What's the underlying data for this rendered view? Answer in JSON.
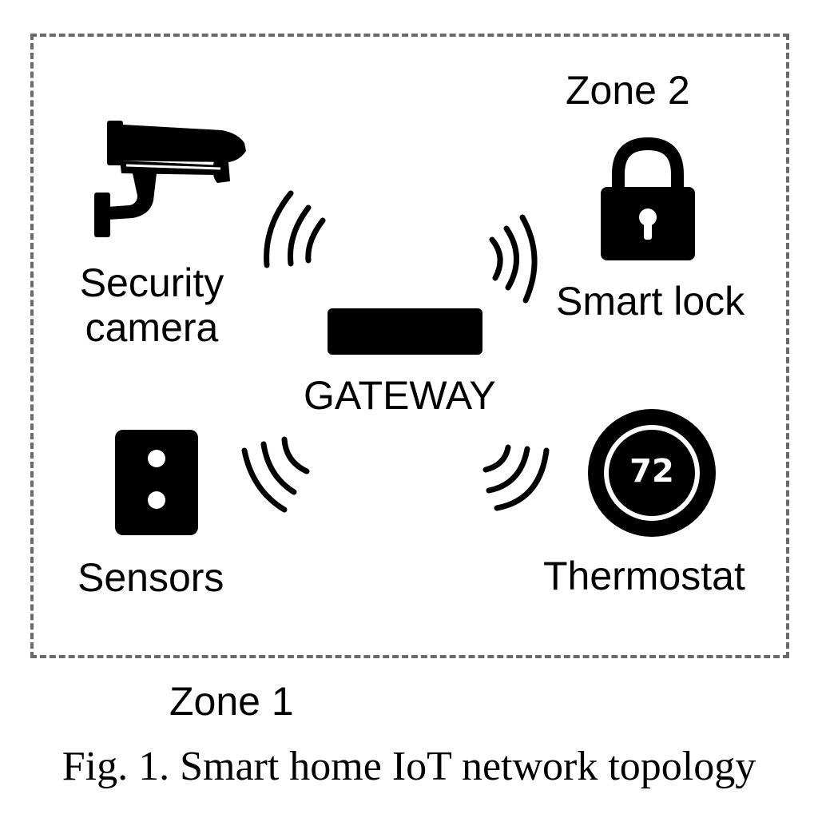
{
  "zones": {
    "zone2_label": "Zone 2",
    "zone1_label": "Zone 1"
  },
  "devices": {
    "camera": {
      "label_line1": "Security",
      "label_line2": "camera",
      "icon": "security-camera-icon"
    },
    "lock": {
      "label": "Smart lock",
      "icon": "padlock-icon"
    },
    "gateway": {
      "label": "GATEWAY",
      "icon": "gateway-box-icon"
    },
    "sensors": {
      "label": "Sensors",
      "icon": "sensor-panel-icon"
    },
    "thermostat": {
      "label": "Thermostat",
      "readout": "72",
      "icon": "thermostat-icon"
    }
  },
  "signals": [
    "wifi-waves-icon"
  ],
  "caption": "Fig. 1. Smart home IoT network topology",
  "colors": {
    "foreground": "#000000",
    "background": "#ffffff",
    "boundary": "#6a6a6a"
  }
}
